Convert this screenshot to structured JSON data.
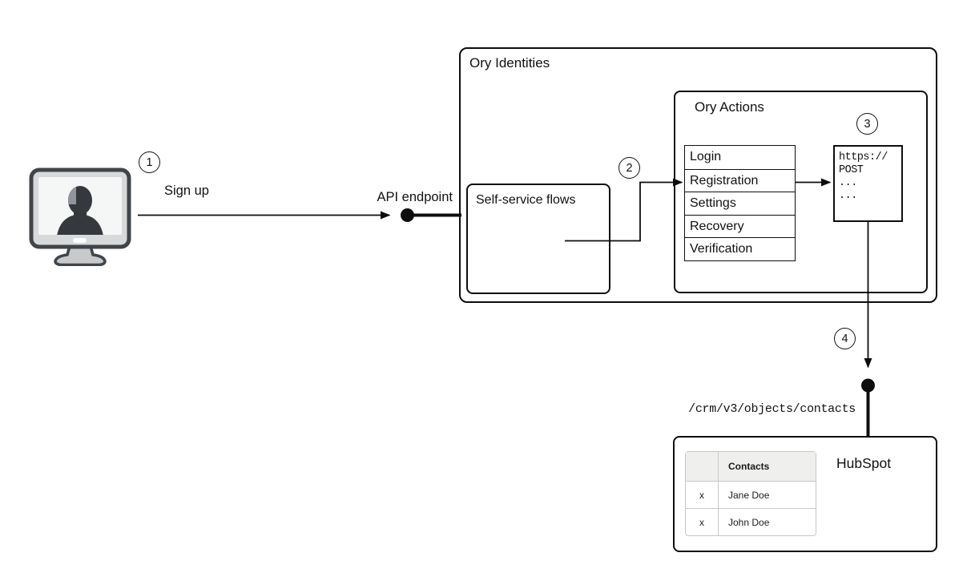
{
  "steps": {
    "s1": "1",
    "s2": "2",
    "s3": "3",
    "s4": "4"
  },
  "labels": {
    "sign_up": "Sign up",
    "api_endpoint": "API endpoint",
    "crm_path": "/crm/v3/objects/contacts"
  },
  "ory_identities": {
    "title": "Ory Identities",
    "self_service_flows": {
      "title": "Self-service flows"
    },
    "ory_actions": {
      "title": "Ory Actions",
      "flow_rows": [
        "Login",
        "Registration",
        "Settings",
        "Recovery",
        "Verification"
      ],
      "webhook_code": [
        "https://",
        "POST",
        "...",
        "..."
      ]
    }
  },
  "hubspot": {
    "title": "HubSpot",
    "contacts_table": {
      "header": "Contacts",
      "rows": [
        {
          "mark": "x",
          "name": "Jane Doe"
        },
        {
          "mark": "x",
          "name": "John Doe"
        }
      ]
    }
  },
  "colors": {
    "line": "#0e0e0e",
    "table_header_bg": "#efefee"
  }
}
